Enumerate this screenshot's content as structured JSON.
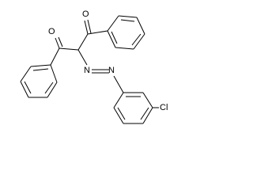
{
  "molecule": {
    "atoms": {
      "oxygen_left": "O",
      "oxygen_right": "O",
      "nitrogen_upper": "N",
      "nitrogen_lower": "N",
      "chlorine": "Cl"
    }
  }
}
